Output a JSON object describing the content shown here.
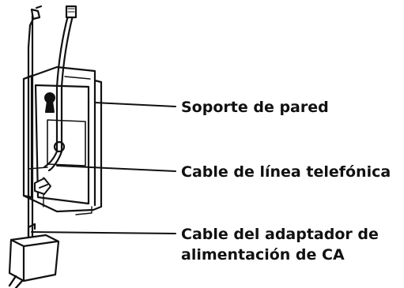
{
  "labels": {
    "wall_bracket": "Soporte de pared",
    "phone_line_cable": "Cable de línea telefónica",
    "ac_adapter_cable_line1": "Cable del adaptador de",
    "ac_adapter_cable_line2": "alimentación de CA"
  }
}
